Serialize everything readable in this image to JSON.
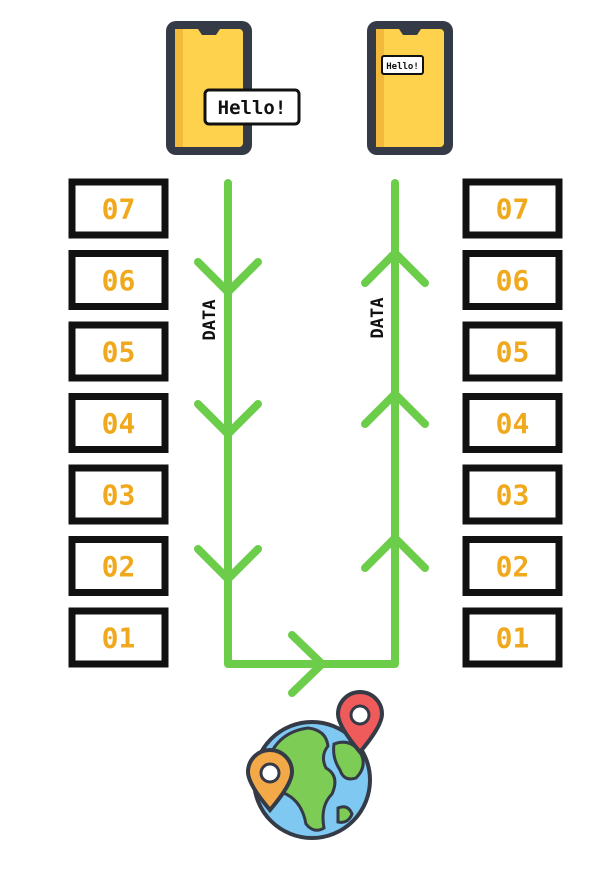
{
  "sender": {
    "bubble_text": "Hello!"
  },
  "receiver": {
    "bubble_text": "Hello!"
  },
  "left_stack": [
    "07",
    "06",
    "05",
    "04",
    "03",
    "02",
    "01"
  ],
  "right_stack": [
    "07",
    "06",
    "05",
    "04",
    "03",
    "02",
    "01"
  ],
  "flow_labels": {
    "down": "DATA",
    "up": "DATA"
  },
  "colors": {
    "layer_text": "#f0a81c",
    "layer_border": "#111111",
    "flow": "#6ccd4b",
    "phone_body": "#ffd24d",
    "phone_frame": "#343a46",
    "ocean": "#7ec8f2",
    "land": "#7dcc55",
    "pin_red": "#ef5b5b",
    "pin_orange": "#f4a948"
  },
  "icons": [
    "phone-icon",
    "phone-icon",
    "globe-icon",
    "location-pin-icon",
    "location-pin-icon"
  ]
}
